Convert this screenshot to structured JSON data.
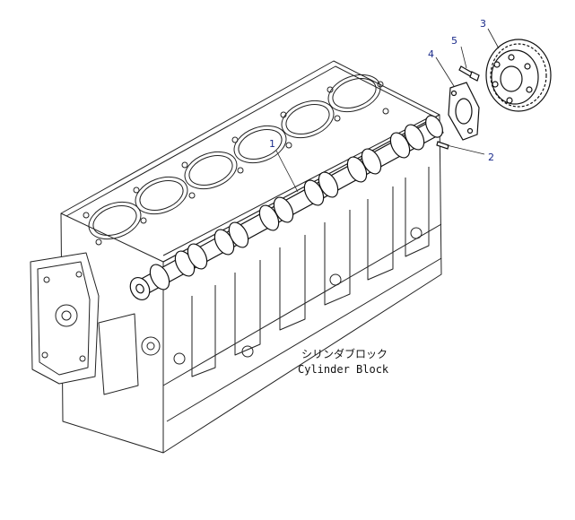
{
  "diagram": {
    "caption_jp": "シリンダブロック",
    "caption_en": "Cylinder Block",
    "callouts": [
      {
        "id": "1",
        "label": "1"
      },
      {
        "id": "2",
        "label": "2"
      },
      {
        "id": "3",
        "label": "3"
      },
      {
        "id": "4",
        "label": "4"
      },
      {
        "id": "5",
        "label": "5"
      }
    ]
  }
}
